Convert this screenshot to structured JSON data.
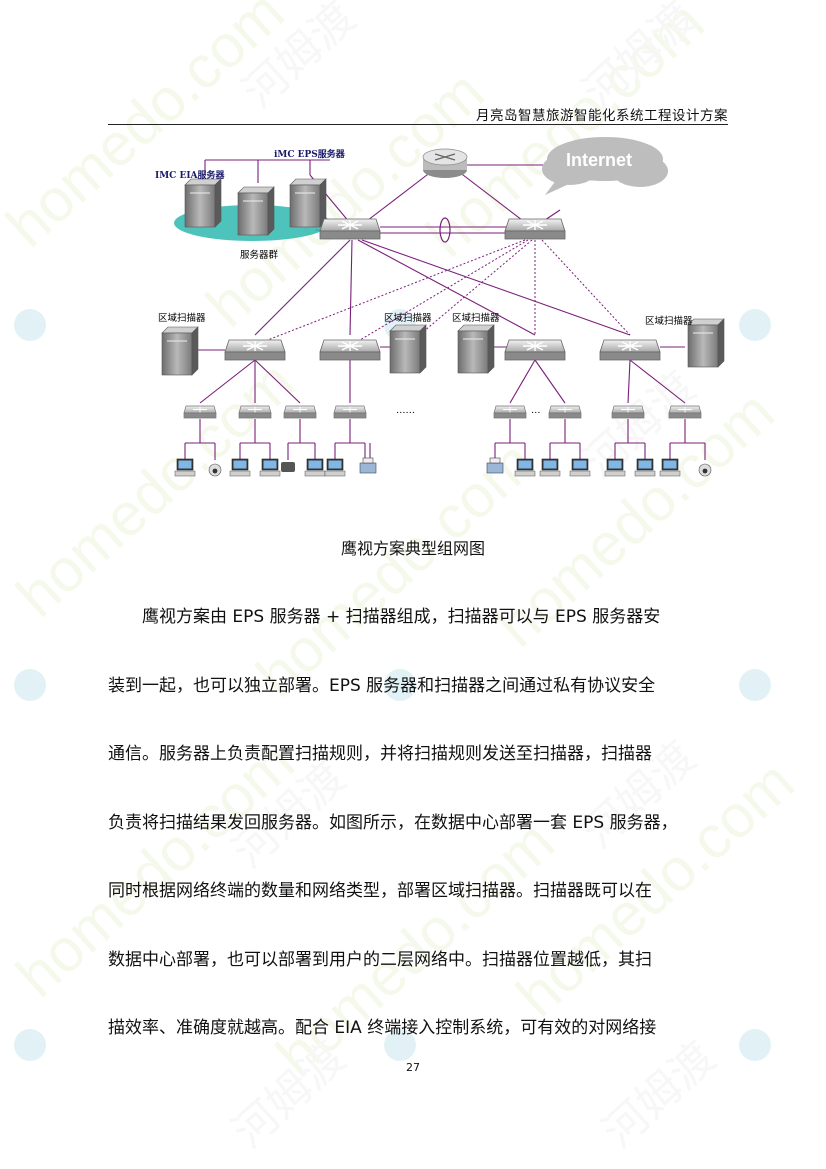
{
  "header": {
    "title": "月亮岛智慧旅游智能化系统工程设计方案"
  },
  "diagram": {
    "labels": {
      "imc_eia_server": "IMC EIA服务器",
      "imc_eps_server": "iMC EPS服务器",
      "server_group": "服务器群",
      "internet": "Internet",
      "area_scanner_1": "区域扫描器",
      "area_scanner_2": "区域扫描器",
      "area_scanner_3": "区域扫描器",
      "area_scanner_4": "区域扫描器",
      "ellipsis_1": "……",
      "ellipsis_2": "…"
    },
    "colors": {
      "link": "#7a1f7a",
      "server_platform": "#2fb8b0",
      "cloud": "#bdbdbd"
    }
  },
  "caption": "鹰视方案典型组网图",
  "body": {
    "lines": [
      "鹰视方案由 EPS 服务器 + 扫描器组成，扫描器可以与 EPS 服务器安",
      "装到一起，也可以独立部署。EPS 服务器和扫描器之间通过私有协议安全",
      "通信。服务器上负责配置扫描规则，并将扫描规则发送至扫描器，扫描器",
      "负责将扫描结果发回服务器。如图所示，在数据中心部署一套 EPS 服务器，",
      "同时根据网络终端的数量和网络类型，部署区域扫描器。扫描器既可以在",
      "数据中心部署，也可以部署到用户的二层网络中。扫描器位置越低，其扫",
      "描效率、准确度就越高。配合 EIA 终端接入控制系统，可有效的对网络接"
    ]
  },
  "page_number": "27",
  "watermark": {
    "text_latin": "homedo.com",
    "text_cjk": "河姆渡"
  }
}
